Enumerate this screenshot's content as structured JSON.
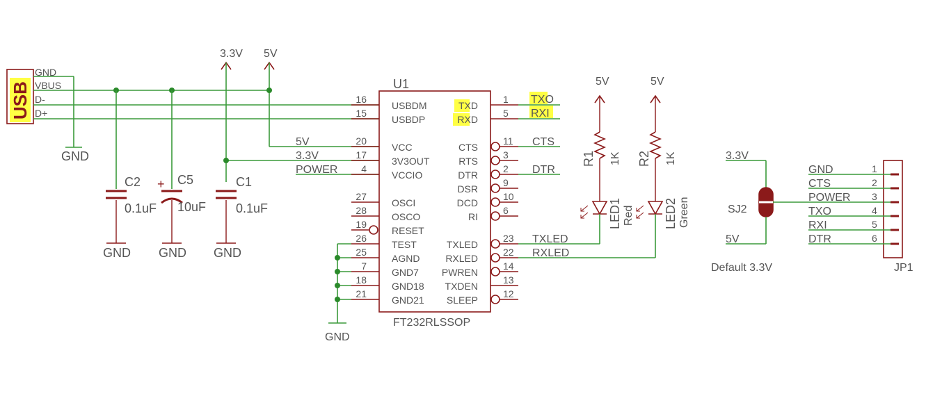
{
  "usb": {
    "label": "USB",
    "pins": [
      "GND",
      "VBUS",
      "D-",
      "D+"
    ],
    "gnd": "GND"
  },
  "rails": {
    "v33": "3.3V",
    "v5": "5V"
  },
  "caps": {
    "c2": {
      "name": "C2",
      "value": "0.1uF",
      "gnd": "GND"
    },
    "c5": {
      "name": "C5",
      "value": "10uF",
      "polarity": "+",
      "gnd": "GND"
    },
    "c1": {
      "name": "C1",
      "value": "0.1uF",
      "gnd": "GND"
    }
  },
  "u1": {
    "ref": "U1",
    "part": "FT232RLSSOP",
    "left_pins": [
      {
        "num": "16",
        "name": "USBDM",
        "net": ""
      },
      {
        "num": "15",
        "name": "USBDP",
        "net": ""
      },
      {
        "num": "20",
        "name": "VCC",
        "net": "5V"
      },
      {
        "num": "17",
        "name": "3V3OUT",
        "net": "3.3V"
      },
      {
        "num": "4",
        "name": "VCCIO",
        "net": "POWER"
      },
      {
        "num": "27",
        "name": "OSCI",
        "net": ""
      },
      {
        "num": "28",
        "name": "OSCO",
        "net": ""
      },
      {
        "num": "19",
        "name": "RESET",
        "net": ""
      },
      {
        "num": "26",
        "name": "TEST",
        "net": ""
      },
      {
        "num": "25",
        "name": "AGND",
        "net": ""
      },
      {
        "num": "7",
        "name": "GND7",
        "net": ""
      },
      {
        "num": "18",
        "name": "GND18",
        "net": ""
      },
      {
        "num": "21",
        "name": "GND21",
        "net": ""
      }
    ],
    "right_pins": [
      {
        "num": "1",
        "name_hl": "TX",
        "name_rest": "D",
        "net_hl": "TX",
        "net_rest": "O"
      },
      {
        "num": "5",
        "name_hl": "RX",
        "name_rest": "D",
        "net_hl": "RXI",
        "net_rest": ""
      },
      {
        "num": "11",
        "name": "CTS",
        "net": "CTS"
      },
      {
        "num": "3",
        "name": "RTS",
        "net": ""
      },
      {
        "num": "2",
        "name": "DTR",
        "net": "DTR"
      },
      {
        "num": "9",
        "name": "DSR",
        "net": ""
      },
      {
        "num": "10",
        "name": "DCD",
        "net": ""
      },
      {
        "num": "6",
        "name": "RI",
        "net": ""
      },
      {
        "num": "23",
        "name": "TXLED",
        "net": "TXLED"
      },
      {
        "num": "22",
        "name": "RXLED",
        "net": "RXLED"
      },
      {
        "num": "14",
        "name": "PWREN",
        "net": ""
      },
      {
        "num": "13",
        "name": "TXDEN",
        "net": ""
      },
      {
        "num": "12",
        "name": "SLEEP",
        "net": ""
      }
    ],
    "gnd": "GND"
  },
  "leds": {
    "r1": {
      "name": "R1",
      "value": "1K",
      "rail": "5V"
    },
    "r2": {
      "name": "R2",
      "value": "1K",
      "rail": "5V"
    },
    "led1": {
      "name": "LED1",
      "color": "Red"
    },
    "led2": {
      "name": "LED2",
      "color": "Green"
    }
  },
  "sj2": {
    "name": "SJ2",
    "top": "3.3V",
    "bottom": "5V",
    "note": "Default 3.3V"
  },
  "jp1": {
    "name": "JP1",
    "pins": [
      {
        "num": "1",
        "net": "GND"
      },
      {
        "num": "2",
        "net": "CTS"
      },
      {
        "num": "3",
        "net": "POWER"
      },
      {
        "num": "4",
        "net": "TXO"
      },
      {
        "num": "5",
        "net": "RXI"
      },
      {
        "num": "6",
        "net": "DTR"
      }
    ]
  },
  "colors": {
    "wire": "#3a9a3a",
    "part": "#8b1a1a",
    "junction": "#2a8a2a",
    "highlight": "#ffff44"
  }
}
